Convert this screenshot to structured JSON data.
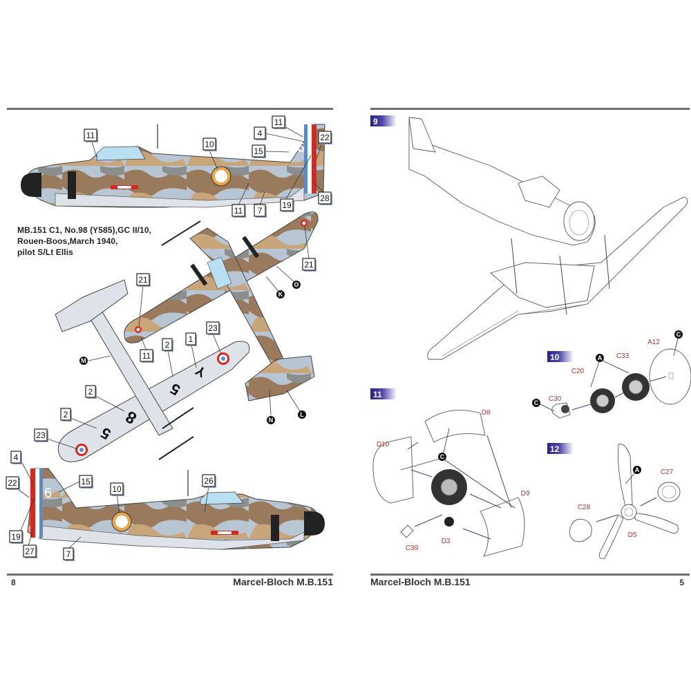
{
  "left_page": {
    "page_number": "8",
    "footer_title": "Marcel-Bloch M.B.151",
    "caption": {
      "line1": "MB.151 C1, No.98 (Y585),GC II/10,",
      "line2": "Rouen-Boos,March 1940,",
      "line3": "pilot S/Lt Ellis"
    },
    "profile_top_callouts": [
      "11",
      "10",
      "4",
      "11",
      "15",
      "22",
      "11",
      "7",
      "19",
      "28"
    ],
    "plan_view_callouts": [
      "21",
      "21",
      "11",
      "23",
      "1",
      "2",
      "2",
      "2",
      "23"
    ],
    "plan_view_letters": [
      "O",
      "K",
      "M",
      "N",
      "L"
    ],
    "profile_bottom_callouts": [
      "4",
      "22",
      "15",
      "10",
      "26",
      "19",
      "27",
      "7"
    ],
    "markings": {
      "tail_code": "6",
      "wing_code_upper": "Y",
      "wing_code_a": "5",
      "wing_code_b": "8",
      "wing_code_c": "5"
    }
  },
  "right_page": {
    "page_number": "5",
    "footer_title": "Marcel-Bloch M.B.151",
    "steps": [
      {
        "number": "9"
      },
      {
        "number": "10",
        "parts": [
          "C20",
          "C33",
          "A12",
          "C30"
        ],
        "letters": [
          "A",
          "C",
          "C"
        ]
      },
      {
        "number": "11",
        "parts": [
          "D8",
          "D10",
          "D9",
          "D3",
          "C39"
        ],
        "letters": [
          "C"
        ]
      },
      {
        "number": "12",
        "parts": [
          "C27",
          "C28",
          "D5"
        ],
        "letters": [
          "A"
        ]
      }
    ]
  },
  "colors": {
    "rule": "#6c6c7a",
    "step_badge": "#2a2585",
    "part_label": "#b8322e",
    "camo_brown": "#9a7a5c",
    "camo_tan": "#c8a57a",
    "camo_grey": "#8a8e8c",
    "camo_blue": "#b8c6d4",
    "underside": "#dde3e8",
    "roundel_red": "#d8271f",
    "roundel_blue": "#5a8bc8"
  }
}
